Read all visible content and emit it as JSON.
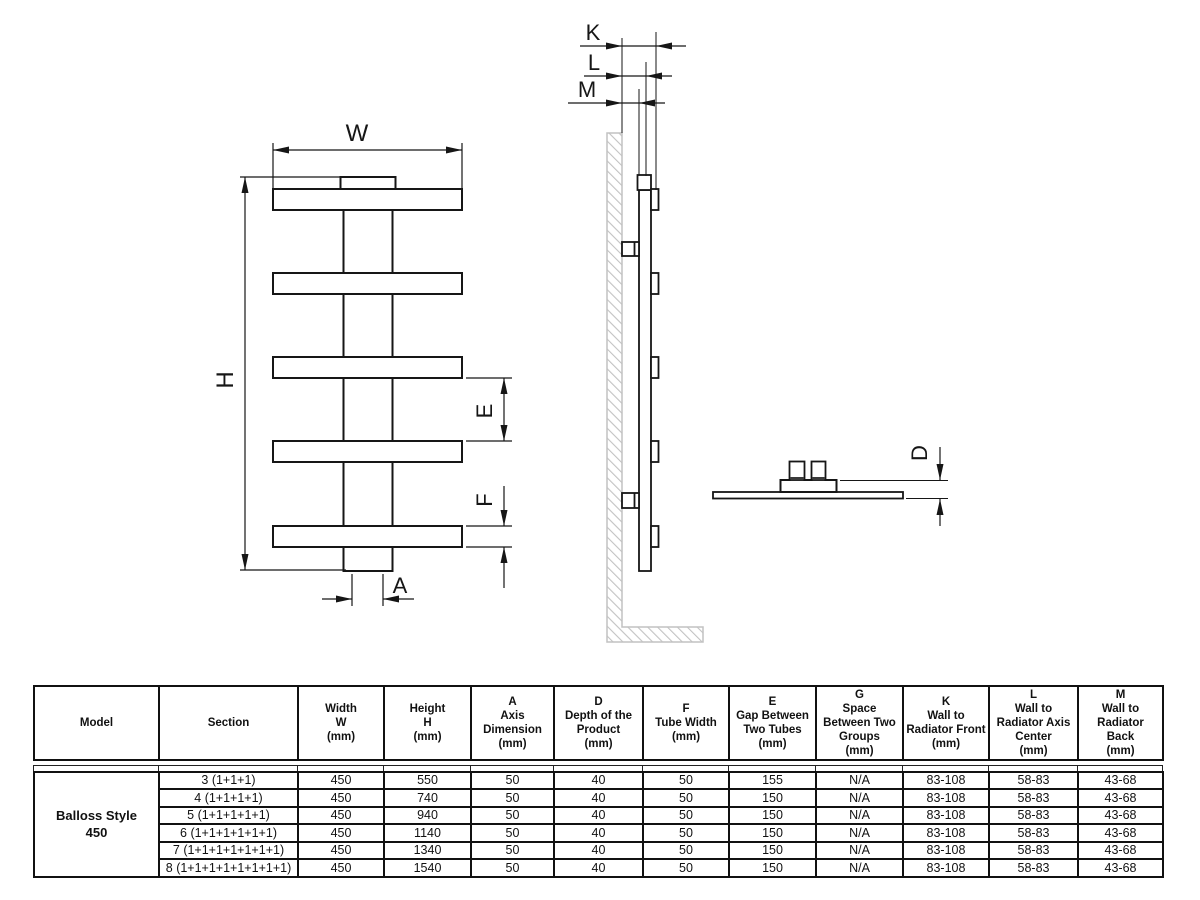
{
  "drawing": {
    "front_view": {
      "labels": {
        "w": "W",
        "h": "H",
        "e": "E",
        "f": "F",
        "a": "A"
      }
    },
    "side_view": {
      "labels": {
        "k": "K",
        "l": "L",
        "m": "M"
      }
    },
    "top_view": {
      "labels": {
        "d": "D"
      }
    }
  },
  "table": {
    "headers": [
      "Model",
      "Section",
      "Width\nW\n(mm)",
      "Height\nH\n(mm)",
      "A\nAxis\nDimension\n(mm)",
      "D\nDepth of the\nProduct\n(mm)",
      "F\nTube Width\n(mm)",
      "E\nGap Between\nTwo Tubes\n(mm)",
      "G\nSpace\nBetween Two\nGroups\n(mm)",
      "K\nWall to\nRadiator Front\n(mm)",
      "L\nWall to\nRadiator Axis\nCenter\n(mm)",
      "M\nWall to\nRadiator\nBack\n(mm)"
    ],
    "model": "Balloss Style\n450",
    "rows": [
      {
        "section": "3 (1+1+1)",
        "width": "450",
        "height": "550",
        "a": "50",
        "d": "40",
        "f": "50",
        "e": "155",
        "g": "N/A",
        "k": "83-108",
        "l": "58-83",
        "m": "43-68"
      },
      {
        "section": "4 (1+1+1+1)",
        "width": "450",
        "height": "740",
        "a": "50",
        "d": "40",
        "f": "50",
        "e": "150",
        "g": "N/A",
        "k": "83-108",
        "l": "58-83",
        "m": "43-68"
      },
      {
        "section": "5 (1+1+1+1+1)",
        "width": "450",
        "height": "940",
        "a": "50",
        "d": "40",
        "f": "50",
        "e": "150",
        "g": "N/A",
        "k": "83-108",
        "l": "58-83",
        "m": "43-68"
      },
      {
        "section": "6 (1+1+1+1+1+1)",
        "width": "450",
        "height": "1140",
        "a": "50",
        "d": "40",
        "f": "50",
        "e": "150",
        "g": "N/A",
        "k": "83-108",
        "l": "58-83",
        "m": "43-68"
      },
      {
        "section": "7 (1+1+1+1+1+1+1)",
        "width": "450",
        "height": "1340",
        "a": "50",
        "d": "40",
        "f": "50",
        "e": "150",
        "g": "N/A",
        "k": "83-108",
        "l": "58-83",
        "m": "43-68"
      },
      {
        "section": "8 (1+1+1+1+1+1+1+1)",
        "width": "450",
        "height": "1540",
        "a": "50",
        "d": "40",
        "f": "50",
        "e": "150",
        "g": "N/A",
        "k": "83-108",
        "l": "58-83",
        "m": "43-68"
      }
    ]
  },
  "colors": {
    "line": "#161616",
    "hatch": "#c2c2c2"
  }
}
